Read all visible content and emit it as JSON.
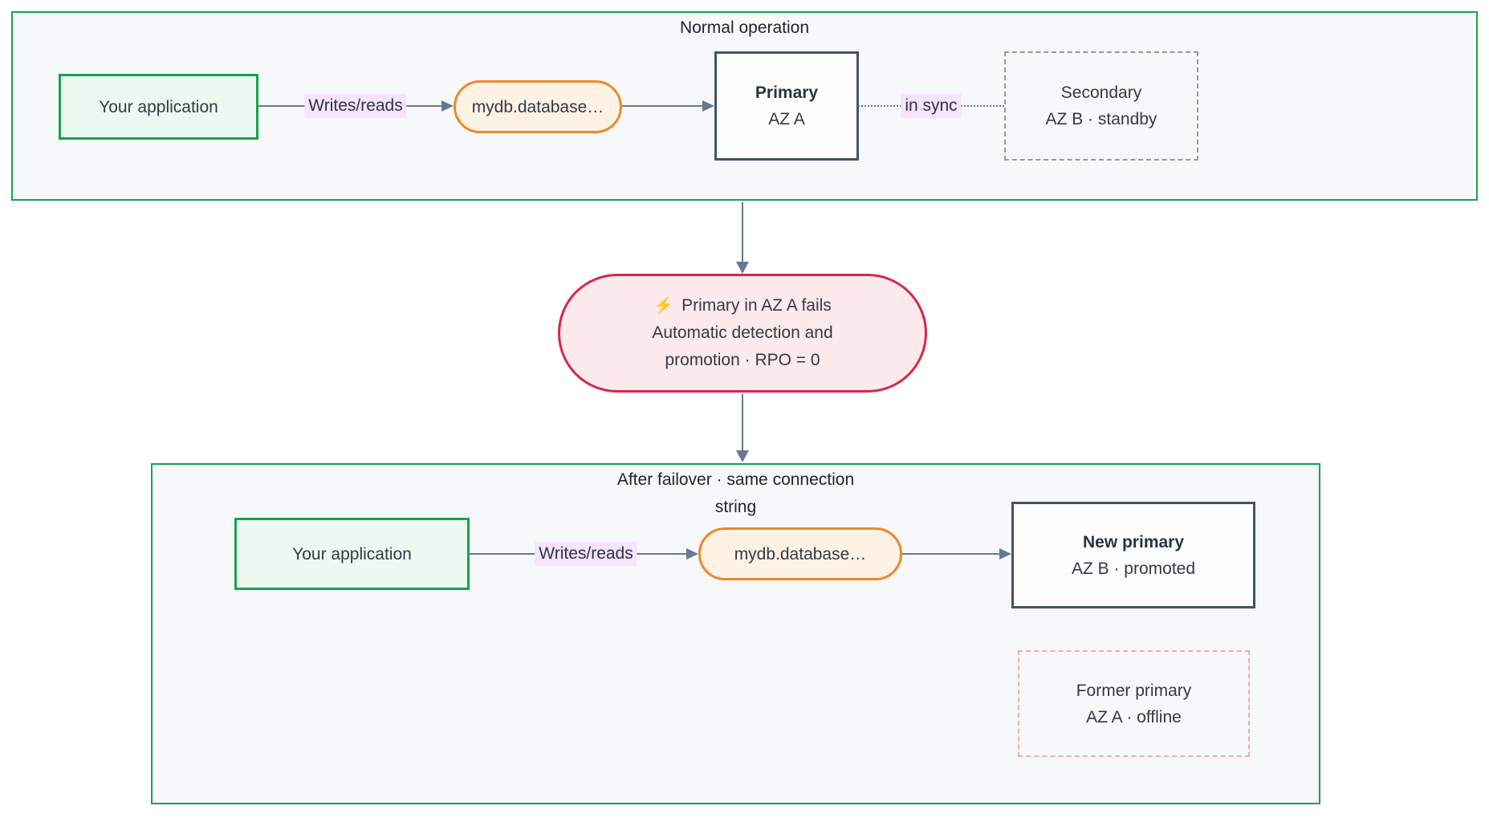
{
  "diagram": {
    "top_section": {
      "title": "Normal operation",
      "app_label": "Your application",
      "writes_label": "Writes/reads",
      "endpoint_label": "mydb.database…",
      "primary_title": "Primary",
      "primary_sub": "AZ A",
      "sync_label": "in sync",
      "secondary_title": "Secondary",
      "secondary_sub": "AZ B · standby"
    },
    "failover_event": {
      "icon": "⚡",
      "line1": "Primary in AZ A fails",
      "line2": "Automatic detection and",
      "line3": "promotion · RPO = 0"
    },
    "bottom_section": {
      "title_line1": "After failover · same connection",
      "title_line2": "string",
      "app_label": "Your application",
      "writes_label": "Writes/reads",
      "endpoint_label": "mydb.database…",
      "new_primary_title": "New primary",
      "new_primary_sub": "AZ B · promoted",
      "former_title": "Former primary",
      "former_sub": "AZ A · offline"
    },
    "colors": {
      "subgraph_border": "#19a24a",
      "subgraph_fill": "#f7f8fa",
      "app_fill": "#ecf9f1",
      "endpoint_border": "#ef8728",
      "endpoint_fill": "#fdf2e4",
      "primary_border": "#445168",
      "standby_dash": "#8b9bb4",
      "offline_dash": "#f6a9a2",
      "event_border": "#d8254e",
      "event_fill": "#fdeaec",
      "edge": "#667892",
      "edge_label_bg": "#f6e3fc"
    }
  }
}
